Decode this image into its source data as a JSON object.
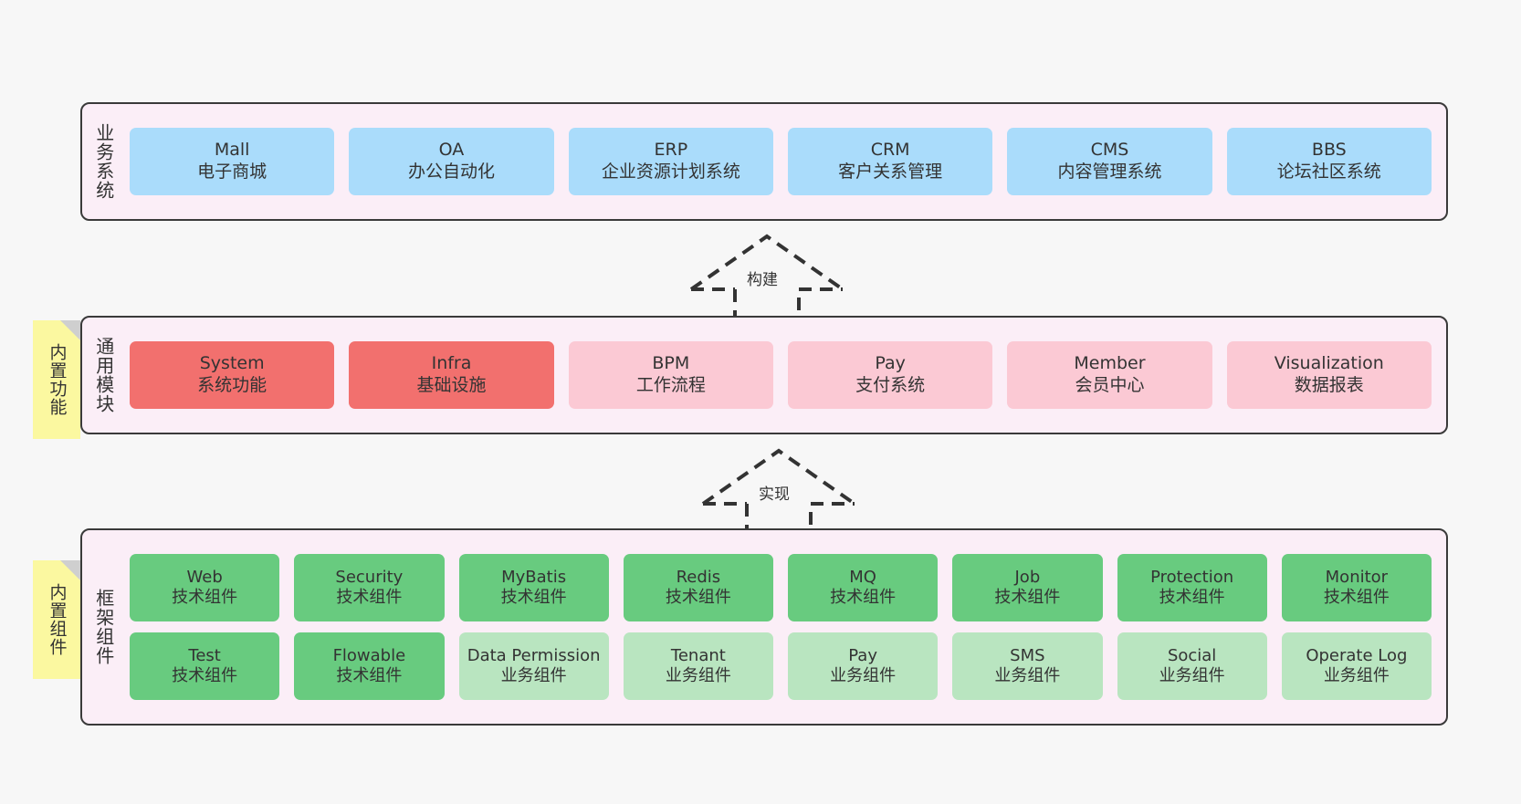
{
  "diagram": {
    "arrows": [
      {
        "name": "build-arrow",
        "label": "构建"
      },
      {
        "name": "impl-arrow",
        "label": "实现"
      }
    ],
    "notes": [
      {
        "name": "builtin-features-note",
        "label": "内置功能"
      },
      {
        "name": "builtin-components-note",
        "label": "内置组件"
      }
    ],
    "layers": [
      {
        "id": "business",
        "title": "业务系统",
        "rows": [
          [
            {
              "name": "mall",
              "line1": "Mall",
              "line2": "电子商城",
              "color": "#aadcfb"
            },
            {
              "name": "oa",
              "line1": "OA",
              "line2": "办公自动化",
              "color": "#aadcfb"
            },
            {
              "name": "erp",
              "line1": "ERP",
              "line2": "企业资源计划系统",
              "color": "#aadcfb"
            },
            {
              "name": "crm",
              "line1": "CRM",
              "line2": "客户关系管理",
              "color": "#aadcfb"
            },
            {
              "name": "cms",
              "line1": "CMS",
              "line2": "内容管理系统",
              "color": "#aadcfb"
            },
            {
              "name": "bbs",
              "line1": "BBS",
              "line2": "论坛社区系统",
              "color": "#aadcfb"
            }
          ]
        ]
      },
      {
        "id": "common",
        "title": "通用模块",
        "rows": [
          [
            {
              "name": "system",
              "line1": "System",
              "line2": "系统功能",
              "color": "#f2706e"
            },
            {
              "name": "infra",
              "line1": "Infra",
              "line2": "基础设施",
              "color": "#f2706e"
            },
            {
              "name": "bpm",
              "line1": "BPM",
              "line2": "工作流程",
              "color": "#fbc9d4"
            },
            {
              "name": "pay",
              "line1": "Pay",
              "line2": "支付系统",
              "color": "#fbc9d4"
            },
            {
              "name": "member",
              "line1": "Member",
              "line2": "会员中心",
              "color": "#fbc9d4"
            },
            {
              "name": "visualization",
              "line1": "Visualization",
              "line2": "数据报表",
              "color": "#fbc9d4"
            }
          ]
        ]
      },
      {
        "id": "framework",
        "title": "框架组件",
        "rows": [
          [
            {
              "name": "web",
              "line1": "Web",
              "line2": "技术组件",
              "color": "#68cb7f"
            },
            {
              "name": "security",
              "line1": "Security",
              "line2": "技术组件",
              "color": "#68cb7f"
            },
            {
              "name": "mybatis",
              "line1": "MyBatis",
              "line2": "技术组件",
              "color": "#68cb7f"
            },
            {
              "name": "redis",
              "line1": "Redis",
              "line2": "技术组件",
              "color": "#68cb7f"
            },
            {
              "name": "mq",
              "line1": "MQ",
              "line2": "技术组件",
              "color": "#68cb7f"
            },
            {
              "name": "job",
              "line1": "Job",
              "line2": "技术组件",
              "color": "#68cb7f"
            },
            {
              "name": "protection",
              "line1": "Protection",
              "line2": "技术组件",
              "color": "#68cb7f"
            },
            {
              "name": "monitor",
              "line1": "Monitor",
              "line2": "技术组件",
              "color": "#68cb7f"
            }
          ],
          [
            {
              "name": "test",
              "line1": "Test",
              "line2": "技术组件",
              "color": "#68cb7f"
            },
            {
              "name": "flowable",
              "line1": "Flowable",
              "line2": "技术组件",
              "color": "#68cb7f"
            },
            {
              "name": "data-permission",
              "line1": "Data Permission",
              "line2": "业务组件",
              "color": "#b9e5c0"
            },
            {
              "name": "tenant",
              "line1": "Tenant",
              "line2": "业务组件",
              "color": "#b9e5c0"
            },
            {
              "name": "pay-biz",
              "line1": "Pay",
              "line2": "业务组件",
              "color": "#b9e5c0"
            },
            {
              "name": "sms",
              "line1": "SMS",
              "line2": "业务组件",
              "color": "#b9e5c0"
            },
            {
              "name": "social",
              "line1": "Social",
              "line2": "业务组件",
              "color": "#b9e5c0"
            },
            {
              "name": "operate-log",
              "line1": "Operate Log",
              "line2": "业务组件",
              "color": "#b9e5c0"
            }
          ]
        ]
      }
    ],
    "colors": {
      "panel_bg": "#fbeef7",
      "panel_border": "#3a3a3a",
      "note_bg": "#fbf8a0",
      "note_fold": "#cfcfcf",
      "canvas_bg": "#f7f7f7",
      "business_card": "#aadcfb",
      "core_module_card": "#f2706e",
      "module_card": "#fbc9d4",
      "tech_component_card": "#68cb7f",
      "biz_component_card": "#b9e5c0"
    }
  }
}
